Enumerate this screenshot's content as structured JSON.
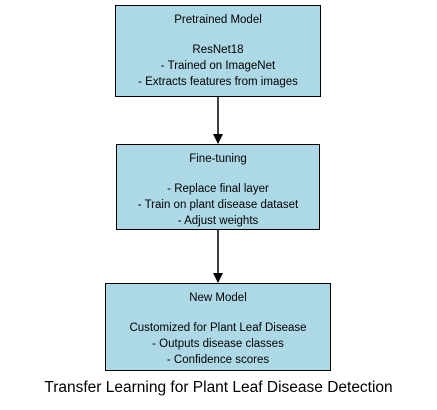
{
  "nodes": [
    {
      "title": "Pretrained Model",
      "lines": [
        "ResNet18",
        "- Trained on ImageNet",
        "- Extracts features from images"
      ]
    },
    {
      "title": "Fine-tuning",
      "lines": [
        "- Replace final layer",
        "- Train on plant disease dataset",
        "- Adjust weights"
      ]
    },
    {
      "title": "New Model",
      "lines": [
        "Customized for Plant Leaf Disease",
        "- Outputs disease classes",
        "- Confidence scores"
      ]
    }
  ],
  "caption": "Transfer Learning for Plant Leaf Disease Detection"
}
